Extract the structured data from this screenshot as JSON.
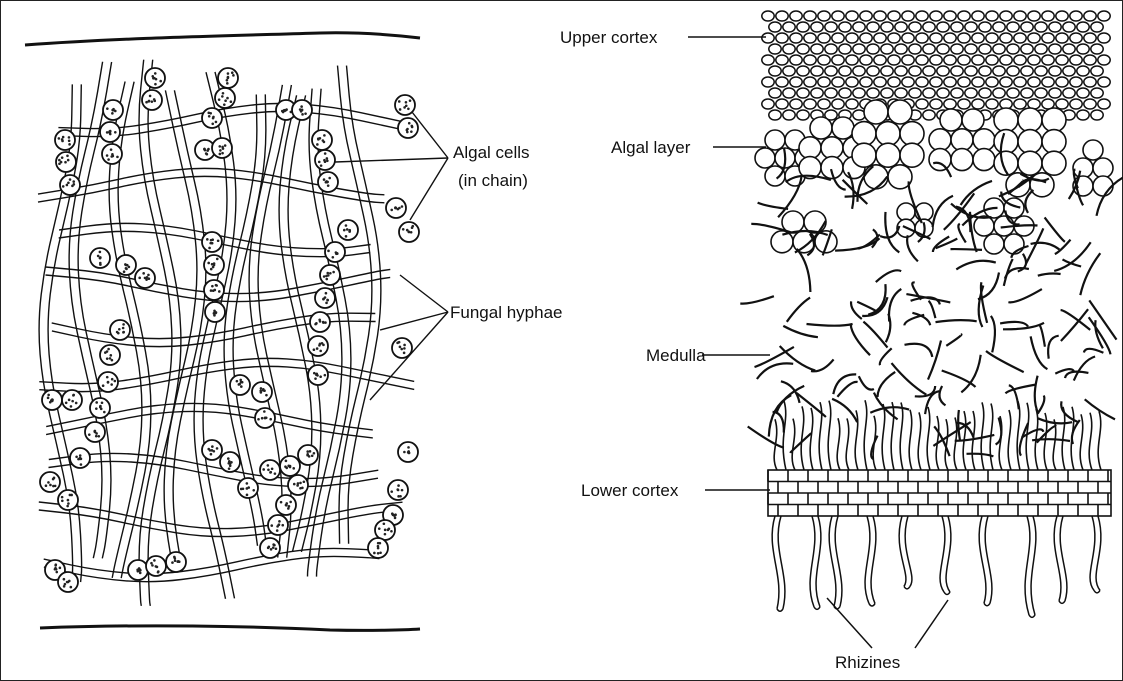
{
  "colors": {
    "ink": "#111111",
    "paper": "#ffffff"
  },
  "left_panel": {
    "labels": {
      "algal_cells_line1": "Algal cells",
      "algal_cells_line2": "(in chain)",
      "fungal_hyphae": "Fungal hyphae"
    }
  },
  "right_panel": {
    "labels": {
      "upper_cortex": "Upper cortex",
      "algal_layer": "Algal layer",
      "medulla": "Medulla",
      "lower_cortex": "Lower cortex",
      "rhizines": "Rhizines"
    }
  }
}
